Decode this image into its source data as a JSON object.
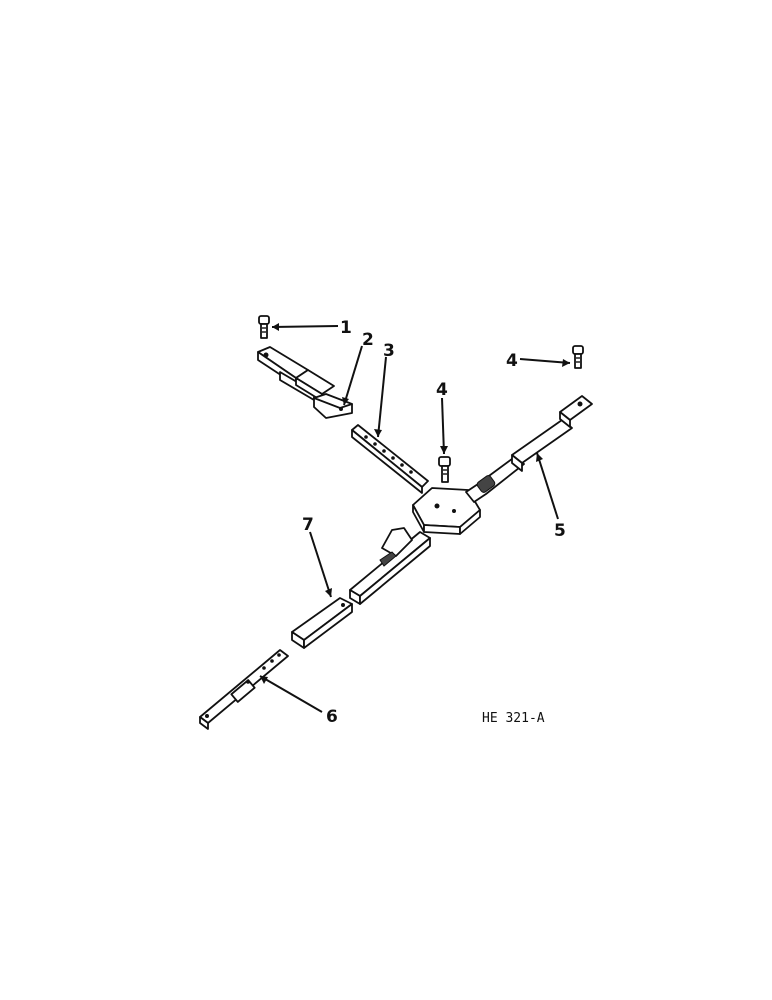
{
  "figure": {
    "reference_code": "HE 321-A",
    "callouts": [
      {
        "id": "c1",
        "label": "1",
        "part": "bolt"
      },
      {
        "id": "c2",
        "label": "2",
        "part": "upper-left-tube"
      },
      {
        "id": "c3",
        "label": "3",
        "part": "upper-perforated-strap"
      },
      {
        "id": "c4a",
        "label": "4",
        "part": "center-bolt"
      },
      {
        "id": "c4b",
        "label": "4",
        "part": "right-bolt"
      },
      {
        "id": "c5",
        "label": "5",
        "part": "right-arm"
      },
      {
        "id": "c6",
        "label": "6",
        "part": "lower-perforated-strap"
      },
      {
        "id": "c7",
        "label": "7",
        "part": "lower-tube"
      }
    ]
  }
}
